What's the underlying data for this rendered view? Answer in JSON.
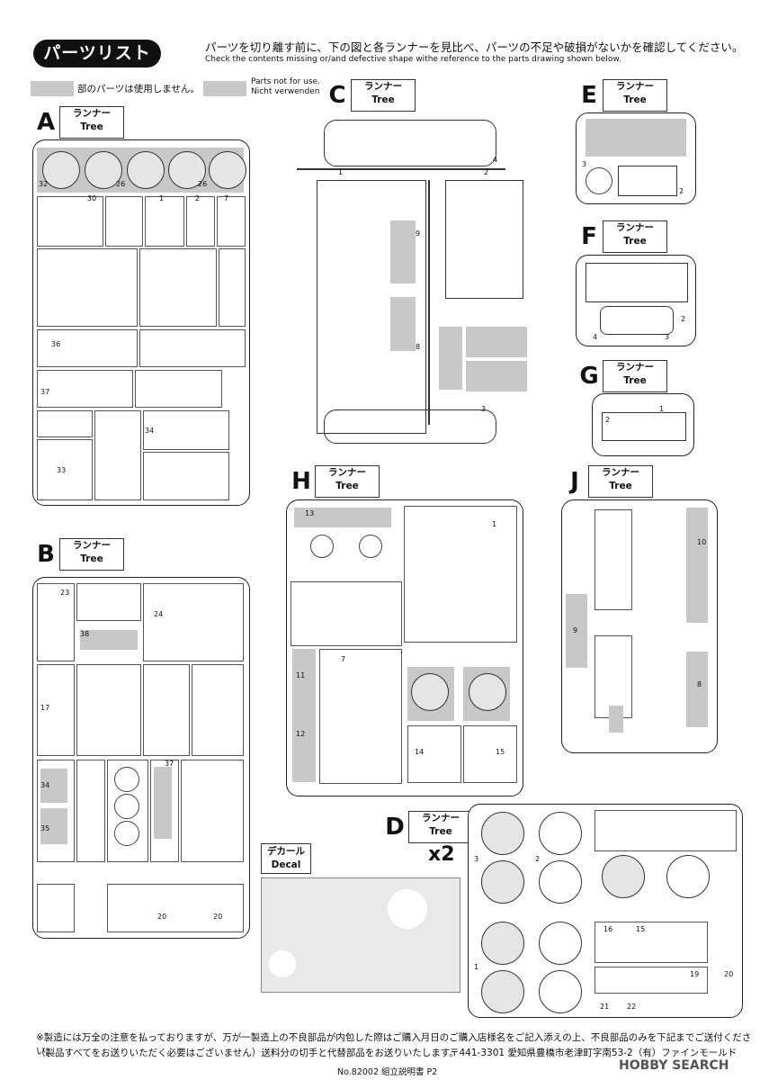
{
  "header": {
    "title": "パーツリスト",
    "instruction_jp": "パーツを切り離す前に、下の図と各ランナーを見比べ、パーツの不足や破損がないかを確認してください。",
    "instruction_en": "Check the contents missing or/and defective shape withe reference to the parts drawing shown below.",
    "legend_jp": "部のパーツは使用しません。",
    "legend_en_1": "Parts not for use.",
    "legend_de": "Nicht verwenden"
  },
  "runners": {
    "A": {
      "letter": "A",
      "jp": "ランナー",
      "en": "Tree"
    },
    "B": {
      "letter": "B",
      "jp": "ランナー",
      "en": "Tree"
    },
    "C": {
      "letter": "C",
      "jp": "ランナー",
      "en": "Tree"
    },
    "D": {
      "letter": "D",
      "jp": "ランナー",
      "en": "Tree",
      "multiplier": "x2"
    },
    "E": {
      "letter": "E",
      "jp": "ランナー",
      "en": "Tree"
    },
    "F": {
      "letter": "F",
      "jp": "ランナー",
      "en": "Tree"
    },
    "G": {
      "letter": "G",
      "jp": "ランナー",
      "en": "Tree"
    },
    "H": {
      "letter": "H",
      "jp": "ランナー",
      "en": "Tree"
    },
    "J": {
      "letter": "J",
      "jp": "ランナー",
      "en": "Tree"
    }
  },
  "decal": {
    "jp": "デカール",
    "en": "Decal"
  },
  "footer": {
    "note_1": "※製造には万全の注意を払っておりますが、万が一製造上の不良部品が内包した際はご購入月日のご購入店様名をご記入添えの上、不良部品のみを下記までご送付ください。",
    "note_2": "（製品すべてをお送りいただく必要はございません）送料分の切手と代替部品をお送りいたします。",
    "address": "〒441-3301 愛知県豊橋市老津町字南53-2（有）ファインモールド",
    "page_ref": "No.82002 組立説明書 P2",
    "watermark": "HOBBY SEARCH"
  }
}
